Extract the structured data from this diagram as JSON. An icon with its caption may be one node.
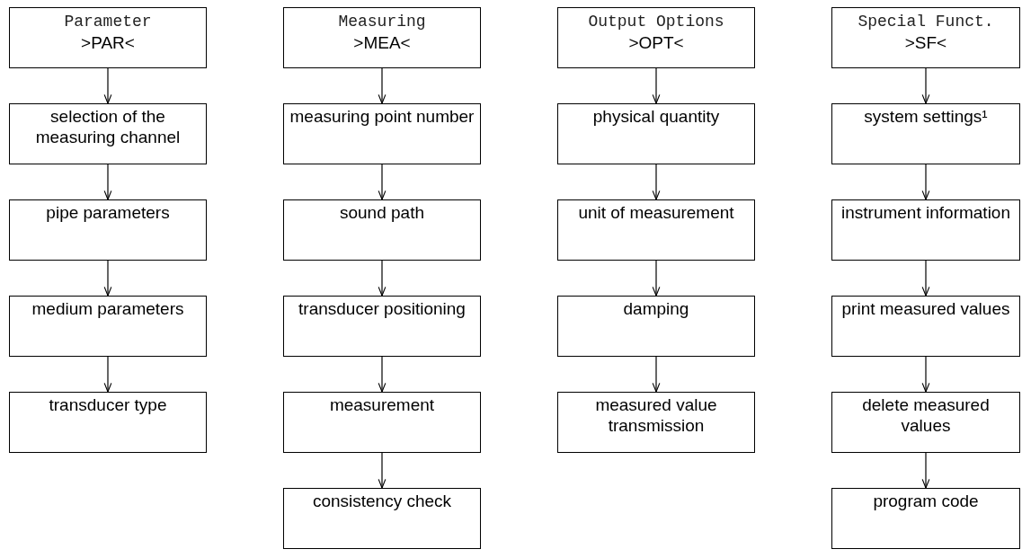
{
  "diagram": {
    "nodes": [
      {
        "text": [
          "Parameter",
          ">PAR<"
        ]
      },
      {
        "text": [
          "selection of the measuring channel"
        ]
      },
      {
        "text": [
          "pipe parameters"
        ]
      },
      {
        "text": [
          "medium parameters"
        ]
      },
      {
        "text": [
          "transducer type"
        ]
      },
      {
        "text": [
          "Measuring",
          ">MEA<"
        ]
      },
      {
        "text": [
          "measuring point number"
        ]
      },
      {
        "text": [
          "sound path"
        ]
      },
      {
        "text": [
          "transducer positioning"
        ]
      },
      {
        "text": [
          "measurement"
        ]
      },
      {
        "text": [
          "consistency check"
        ]
      },
      {
        "text": [
          "Output Options",
          ">OPT<"
        ]
      },
      {
        "text": [
          "physical quantity"
        ]
      },
      {
        "text": [
          "unit of measurement"
        ]
      },
      {
        "text": [
          "damping"
        ]
      },
      {
        "text": [
          "measured value transmission"
        ]
      },
      {
        "text": [
          "Special Funct.",
          ">SF<"
        ]
      },
      {
        "text": [
          "system settings¹"
        ]
      },
      {
        "text": [
          "instrument information"
        ]
      },
      {
        "text": [
          "print measured values"
        ]
      },
      {
        "text": [
          "delete measured values"
        ]
      },
      {
        "text": [
          "program code"
        ]
      }
    ],
    "edges": [
      {
        "from": 0,
        "to": 1,
        "arrow": "to"
      },
      {
        "from": 1,
        "to": 2,
        "arrow": "to"
      },
      {
        "from": 2,
        "to": 3,
        "arrow": "to"
      },
      {
        "from": 3,
        "to": 4,
        "arrow": "to"
      },
      {
        "from": 5,
        "to": 6,
        "arrow": "to"
      },
      {
        "from": 6,
        "to": 7,
        "arrow": "to"
      },
      {
        "from": 7,
        "to": 8,
        "arrow": "to"
      },
      {
        "from": 8,
        "to": 9,
        "arrow": "to"
      },
      {
        "from": 9,
        "to": 10,
        "arrow": "to"
      },
      {
        "from": 11,
        "to": 12,
        "arrow": "to"
      },
      {
        "from": 12,
        "to": 13,
        "arrow": "to"
      },
      {
        "from": 13,
        "to": 14,
        "arrow": "to"
      },
      {
        "from": 14,
        "to": 15,
        "arrow": "to"
      },
      {
        "from": 16,
        "to": 17,
        "arrow": "to"
      },
      {
        "from": 17,
        "to": 18,
        "arrow": "to"
      },
      {
        "from": 18,
        "to": 19,
        "arrow": "to"
      },
      {
        "from": 19,
        "to": 20,
        "arrow": "to"
      },
      {
        "from": 20,
        "to": 21,
        "arrow": "to"
      }
    ]
  }
}
